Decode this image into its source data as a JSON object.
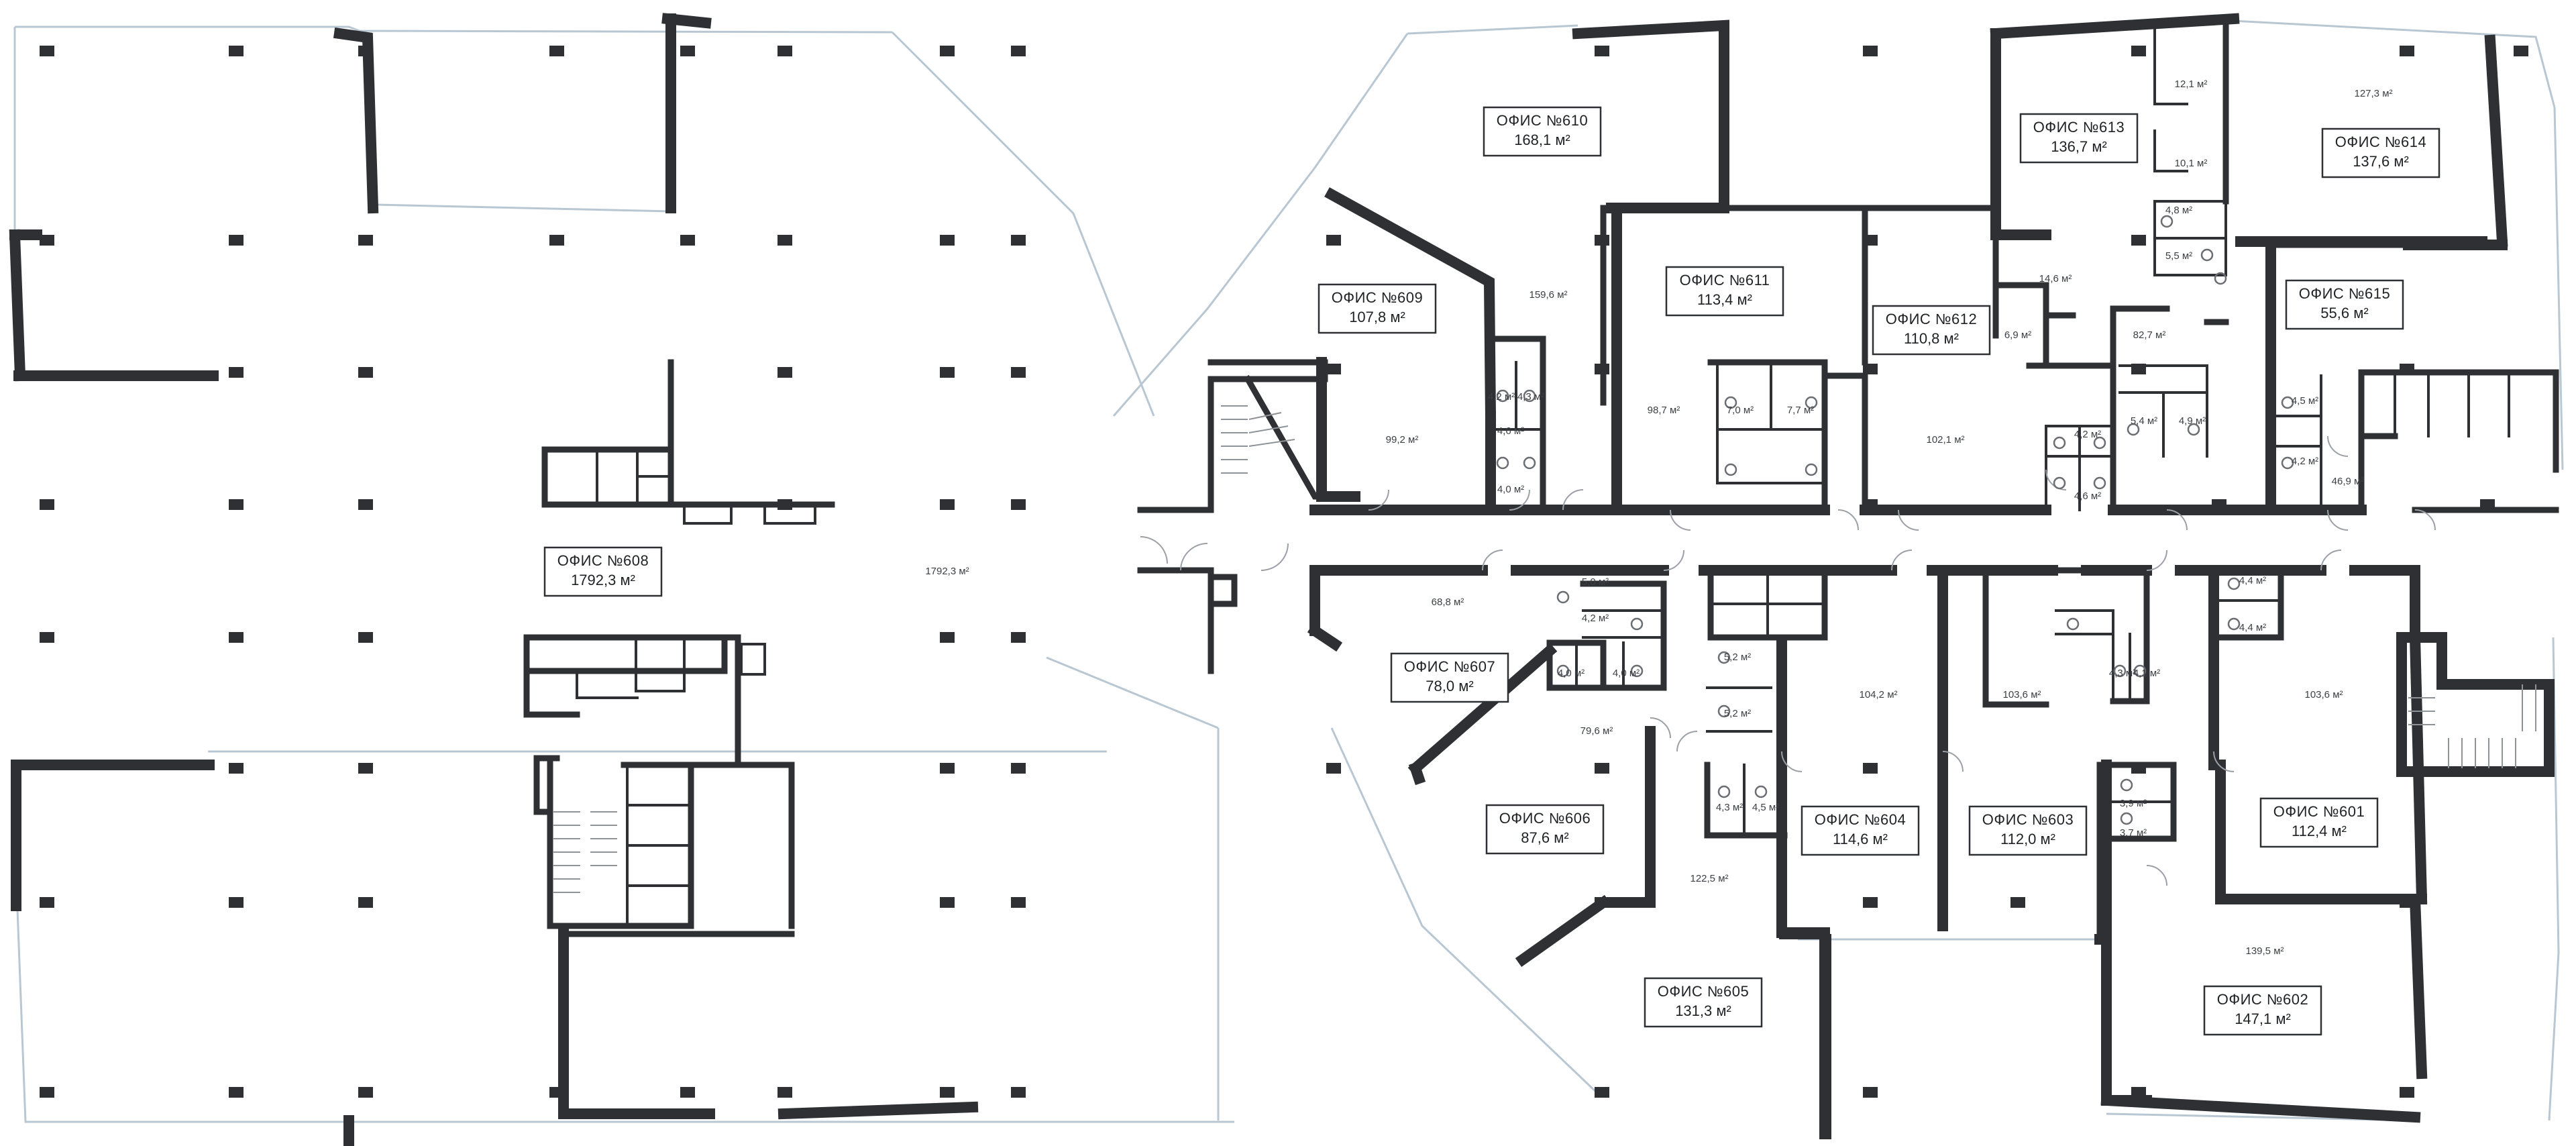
{
  "offices": [
    {
      "name": "ОФИС №608",
      "area": "1792,3 м²"
    },
    {
      "name": "ОФИС №609",
      "area": "107,8 м²"
    },
    {
      "name": "ОФИС №610",
      "area": "168,1 м²"
    },
    {
      "name": "ОФИС №611",
      "area": "113,4 м²"
    },
    {
      "name": "ОФИС №612",
      "area": "110,8 м²"
    },
    {
      "name": "ОФИС №613",
      "area": "136,7 м²"
    },
    {
      "name": "ОФИС №614",
      "area": "137,6 м²"
    },
    {
      "name": "ОФИС №615",
      "area": "55,6 м²"
    },
    {
      "name": "ОФИС №607",
      "area": "78,0 м²"
    },
    {
      "name": "ОФИС №606",
      "area": "87,6 м²"
    },
    {
      "name": "ОФИС №605",
      "area": "131,3 м²"
    },
    {
      "name": "ОФИС №604",
      "area": "114,6 м²"
    },
    {
      "name": "ОФИС №603",
      "area": "112,0 м²"
    },
    {
      "name": "ОФИС №601",
      "area": "112,4 м²"
    },
    {
      "name": "ОФИС №602",
      "area": "147,1 м²"
    }
  ],
  "room_areas": [
    "1792,3 м²",
    "159,6 м²",
    "4,2 м²",
    "4,3 м²",
    "4,6 м²",
    "4,0 м²",
    "99,2 м²",
    "98,7 м²",
    "7,0 м²",
    "7,7 м²",
    "102,1 м²",
    "4,2 м²",
    "4,6 м²",
    "6,9 м²",
    "14,6 м²",
    "82,7 м²",
    "12,1 м²",
    "10,1 м²",
    "4,8 м²",
    "5,5 м²",
    "127,3 м²",
    "5,4 м²",
    "4,9 м²",
    "4,5 м²",
    "4,2 м²",
    "46,9 м²",
    "68,8 м²",
    "5,0 м²",
    "4,2 м²",
    "4,0 м²",
    "4,0 м²",
    "79,6 м²",
    "5,2 м²",
    "5,2 м²",
    "104,2 м²",
    "4,3 м²",
    "4,5 м²",
    "122,5 м²",
    "103,6 м²",
    "4,3 м²",
    "4,1 м²",
    "3,9 м²",
    "3,7 м²",
    "4,4 м²",
    "4,4 м²",
    "103,6 м²",
    "139,5 м²"
  ]
}
